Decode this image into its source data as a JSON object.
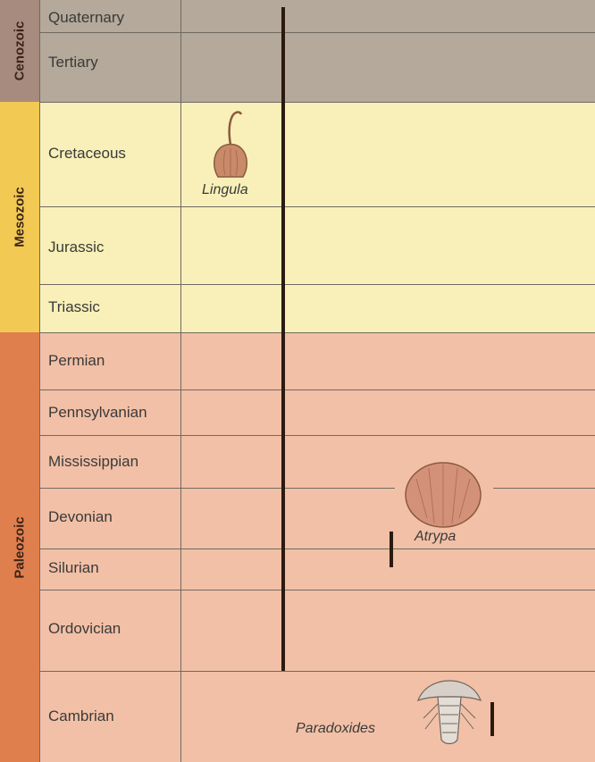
{
  "eras": [
    {
      "name": "Cenozoic",
      "color": "#b4a99a",
      "label_color": "#a78b7e"
    },
    {
      "name": "Mesozoic",
      "color": "#f8f0b8",
      "label_color": "#f1c953"
    },
    {
      "name": "Paleozoic",
      "color": "#f2c0a6",
      "label_color": "#e07f4e"
    }
  ],
  "periods": [
    "Quaternary",
    "Tertiary",
    "Cretaceous",
    "Jurassic",
    "Triassic",
    "Permian",
    "Pennsylvanian",
    "Mississippian",
    "Devonian",
    "Silurian",
    "Ordovician",
    "Cambrian"
  ],
  "fossils": {
    "lingula": {
      "name": "Lingula"
    },
    "atrypa": {
      "name": "Atrypa"
    },
    "paradoxides": {
      "name": "Paradoxides"
    }
  }
}
